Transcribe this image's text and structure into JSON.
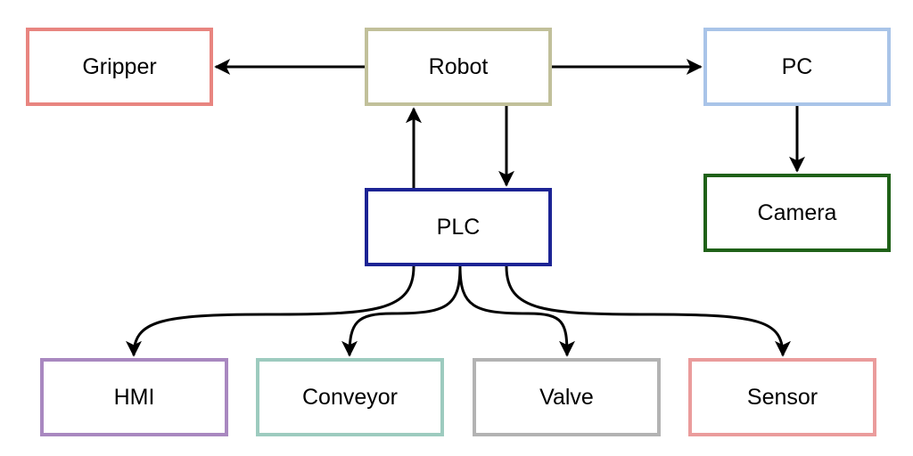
{
  "nodes": {
    "robot": {
      "label": "Robot",
      "color": "#c1c09a"
    },
    "gripper": {
      "label": "Gripper",
      "color": "#e88580"
    },
    "pc": {
      "label": "PC",
      "color": "#a9c4e8"
    },
    "camera": {
      "label": "Camera",
      "color": "#1f6118"
    },
    "plc": {
      "label": "PLC",
      "color": "#1c2394"
    },
    "hmi": {
      "label": "HMI",
      "color": "#a988c0"
    },
    "conveyor": {
      "label": "Conveyor",
      "color": "#9dcbbf"
    },
    "valve": {
      "label": "Valve",
      "color": "#b3b3b3"
    },
    "sensor": {
      "label": "Sensor",
      "color": "#ea9c9c"
    }
  },
  "edges": [
    {
      "from": "Robot",
      "to": "Gripper"
    },
    {
      "from": "Robot",
      "to": "PC"
    },
    {
      "from": "PC",
      "to": "Camera"
    },
    {
      "from": "PLC",
      "to": "Robot"
    },
    {
      "from": "Robot",
      "to": "PLC"
    },
    {
      "from": "PLC",
      "to": "HMI"
    },
    {
      "from": "PLC",
      "to": "Conveyor"
    },
    {
      "from": "PLC",
      "to": "Valve"
    },
    {
      "from": "PLC",
      "to": "Sensor"
    }
  ]
}
